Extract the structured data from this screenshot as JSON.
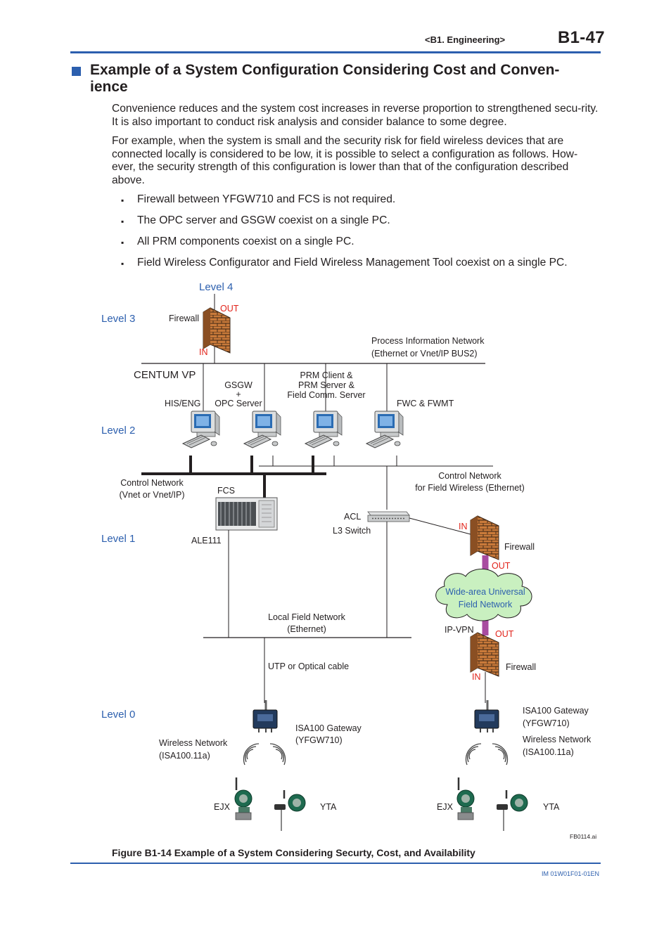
{
  "header": {
    "section": "<B1.  Engineering>",
    "page": "B1-47"
  },
  "title": {
    "line1": "Example of a System Configuration Considering Cost and Conven-",
    "line2": "ience"
  },
  "paragraphs": [
    "Convenience reduces and the system cost increases in reverse proportion to strengthened secu-rity. It is also important to conduct risk analysis and consider balance to some degree.",
    "For example, when the system is small and the security risk for field wireless devices that are connected locally is considered to be low, it is possible to select a configuration as follows. How-ever, the security strength of this configuration is lower than that of the configuration described above."
  ],
  "bullet_mark": "▪",
  "bullets": [
    "Firewall between YFGW710 and FCS is not required.",
    "The OPC server and GSGW coexist on a single PC.",
    "All PRM components coexist on a single PC.",
    "Field Wireless Configurator and Field Wireless Management Tool coexist on a single PC."
  ],
  "diagram": {
    "levels": {
      "l4": "Level 4",
      "l3": "Level 3",
      "l2": "Level 2",
      "l1": "Level 1",
      "l0": "Level 0"
    },
    "firewall": "Firewall",
    "out": "OUT",
    "in": "IN",
    "pin": {
      "line1": "Process Information Network",
      "line2": "(Ethernet or Vnet/IP BUS2)"
    },
    "centum": "CENTUM VP",
    "his": "HIS/ENG",
    "gsgw": {
      "line1": "GSGW",
      "line2": "+",
      "line3": "OPC Server"
    },
    "prm": {
      "line1": "PRM Client &",
      "line2": "PRM Server &",
      "line3": "Field Comm. Server"
    },
    "fwc": "FWC & FWMT",
    "control_net": {
      "line1": "Control Network",
      "line2": "(Vnet or Vnet/IP)"
    },
    "fcs": "FCS",
    "ale": "ALE111",
    "control_net_fw": {
      "line1": "Control Network",
      "line2": "for Field Wireless (Ethernet)"
    },
    "acl": "ACL",
    "l3switch": "L3 Switch",
    "cloud": {
      "line1": "Wide-area Universal",
      "line2": "Field Network"
    },
    "local_net": {
      "line1": "Local Field Network",
      "line2": "(Ethernet)"
    },
    "ipvpn": "IP-VPN",
    "utp": "UTP or Optical cable",
    "gateway": {
      "line1": "ISA100 Gateway",
      "line2": "(YFGW710)"
    },
    "wireless": {
      "line1": "Wireless Network",
      "line2": "(ISA100.11a)"
    },
    "ejx": "EJX",
    "yta": "YTA",
    "file_id": "FB0114.ai",
    "colors": {
      "level_text": "#2c5fae",
      "in_out_text": "#e2231a",
      "vpn_link": "#a84ca0",
      "cloud_fill": "#c9f0c0"
    }
  },
  "caption": "Figure B1-14 Example of a System Considering Securty, Cost, and Availability",
  "doc_number": "IM 01W01F01-01EN"
}
